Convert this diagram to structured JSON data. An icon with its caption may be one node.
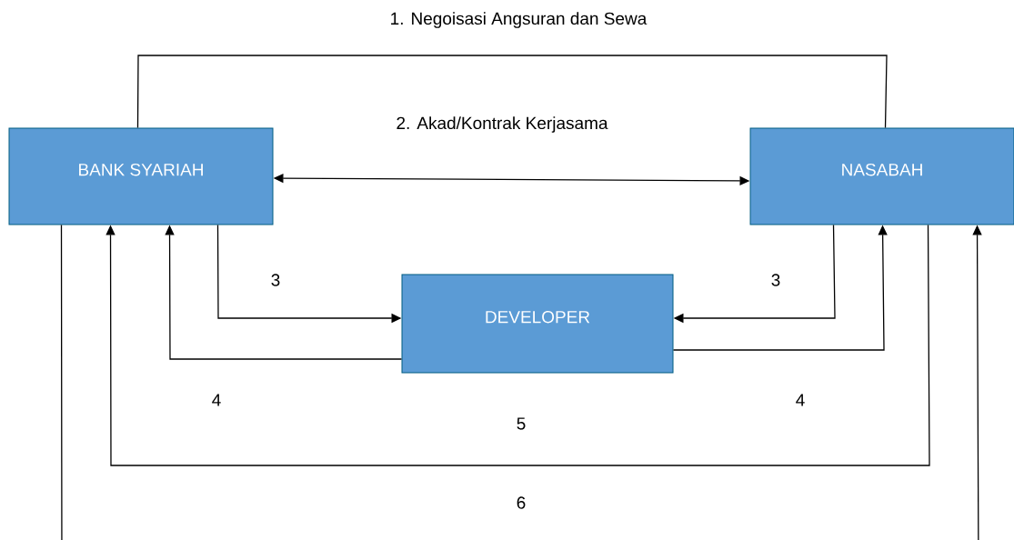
{
  "diagram": {
    "nodes": [
      {
        "text": [
          "BANK SYARIAH"
        ]
      },
      {
        "text": [
          "NASABAH"
        ]
      },
      {
        "text": [
          "DEVELOPER"
        ]
      }
    ],
    "edges": [
      {
        "from": 0,
        "to": 1,
        "arrow": "none",
        "label": "1. Negoisasi Angsuran dan Sewa"
      },
      {
        "from": 0,
        "to": 1,
        "arrow": "both",
        "label": "2. Akad/Kontrak Kerjasama"
      },
      {
        "from": 0,
        "to": 2,
        "arrow": "to",
        "label": "3"
      },
      {
        "from": 1,
        "to": 2,
        "arrow": "to",
        "label": "3"
      },
      {
        "from": 2,
        "to": 0,
        "arrow": "to",
        "label": "4"
      },
      {
        "from": 2,
        "to": 1,
        "arrow": "to",
        "label": "4"
      },
      {
        "from": 1,
        "to": 0,
        "arrow": "to",
        "label": "5"
      },
      {
        "from": 0,
        "to": 1,
        "arrow": "to",
        "label": "6"
      }
    ]
  }
}
